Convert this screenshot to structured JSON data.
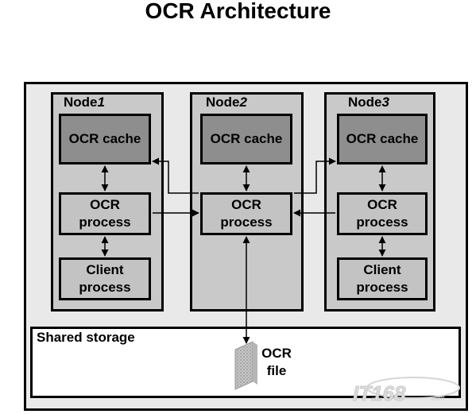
{
  "title": "OCR Architecture",
  "nodes": [
    {
      "name": "Node",
      "num": "1",
      "cache": "OCR cache",
      "process_line1": "OCR",
      "process_line2": "process",
      "client_line1": "Client",
      "client_line2": "process"
    },
    {
      "name": "Node",
      "num": "2",
      "cache": "OCR cache",
      "process_line1": "OCR",
      "process_line2": "process"
    },
    {
      "name": "Node",
      "num": "3",
      "cache": "OCR cache",
      "process_line1": "OCR",
      "process_line2": "process",
      "client_line1": "Client",
      "client_line2": "process"
    }
  ],
  "shared_storage": {
    "label": "Shared storage",
    "file_line1": "OCR",
    "file_line2": "file"
  },
  "watermark": "IT168.com"
}
